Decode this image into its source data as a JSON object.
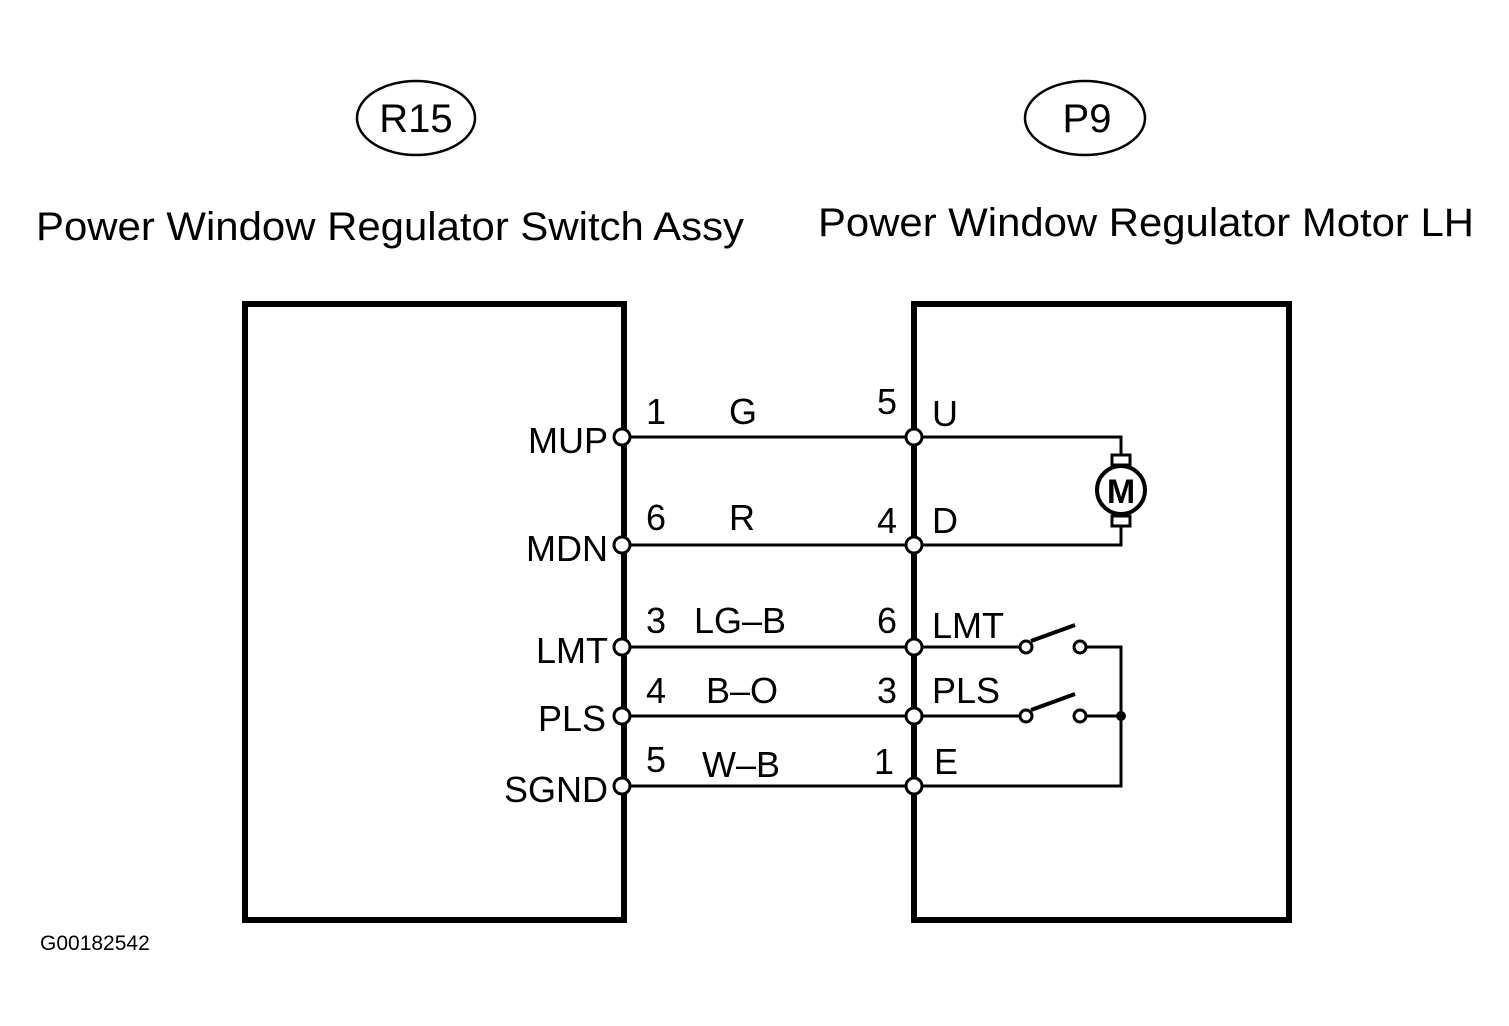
{
  "diagram": {
    "left_connector": {
      "code": "R15",
      "title": "Power Window Regulator Switch Assy",
      "terminals": [
        {
          "name": "MUP",
          "pin": "1"
        },
        {
          "name": "MDN",
          "pin": "6"
        },
        {
          "name": "LMT",
          "pin": "3"
        },
        {
          "name": "PLS",
          "pin": "4"
        },
        {
          "name": "SGND",
          "pin": "5"
        }
      ]
    },
    "right_connector": {
      "code": "P9",
      "title": "Power Window Regulator Motor LH",
      "terminals": [
        {
          "name": "U",
          "pin": "5"
        },
        {
          "name": "D",
          "pin": "4"
        },
        {
          "name": "LMT",
          "pin": "6"
        },
        {
          "name": "PLS",
          "pin": "3"
        },
        {
          "name": "E",
          "pin": "1"
        }
      ],
      "motor_symbol": "M"
    },
    "wires": [
      {
        "from": "MUP",
        "to": "U",
        "color_code": "G"
      },
      {
        "from": "MDN",
        "to": "D",
        "color_code": "R"
      },
      {
        "from": "LMT",
        "to": "LMT",
        "color_code": "LG–B"
      },
      {
        "from": "PLS",
        "to": "PLS",
        "color_code": "B–O"
      },
      {
        "from": "SGND",
        "to": "E",
        "color_code": "W–B"
      }
    ],
    "figure_id": "G00182542"
  }
}
